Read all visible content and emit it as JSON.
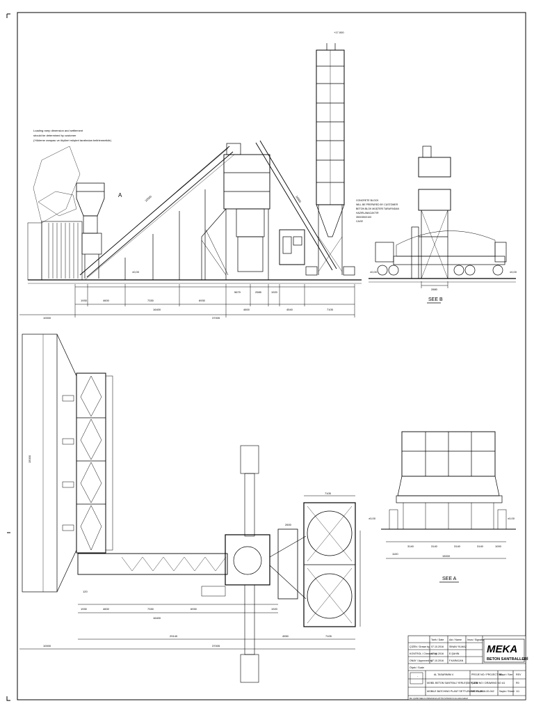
{
  "top_view": {
    "note_lines": [
      "Loading ramp dimension and settlement",
      "should be determined by customer",
      "(Yükleme rampası ve ölçüleri müşteri tarafından belirlenmelidir)"
    ],
    "silo_top_label": "+17.000",
    "section_marker": "A",
    "concrete_note_lines": [
      "CONCRETE BLOCK",
      "WILL BE PREPARED BY CUSTOMER",
      "BETON BLOK MÜŞTERİ TARAFINDAN",
      "HAZIRLANACAKTIR",
      "350X350X100",
      "CAGE"
    ],
    "belt_length_top": "22000",
    "screw_length": "10000",
    "dim_row1": [
      "1930",
      "4600",
      "7330",
      "6930",
      "5679",
      "2585",
      "1920"
    ],
    "dim_row2": [
      "16400",
      "4600",
      "4540",
      "7105"
    ],
    "dim_total_left": "10000",
    "dim_total": "37005",
    "level_labels": [
      "±0,00",
      "±0,00",
      "±0,00"
    ]
  },
  "see_b": {
    "title": "SEE B",
    "width_dim": "2880"
  },
  "plan_view": {
    "dim_row1": [
      "1930",
      "4600",
      "7330",
      "6930",
      "1920"
    ],
    "dim_row2": [
      "16400"
    ],
    "dim_right_top": "7105",
    "dim_side": "2600",
    "dim_hopper": "120",
    "dim_long": "29140",
    "dim_total": "37005",
    "dim_total_left": "10000",
    "dim_mid": "4550",
    "dim_right": "7105",
    "dim_vertical": "15000"
  },
  "see_a": {
    "title": "SEE A",
    "dims": [
      "3140",
      "3140",
      "3140",
      "3140",
      "1000"
    ],
    "dim_left": "1100",
    "dim_total": "15000",
    "level_labels": [
      "±0,00",
      "±0,00"
    ]
  },
  "title_block": {
    "col_headers": [
      "Tarih / Date",
      "Adı / Name",
      "İmza / Signature"
    ],
    "rows": [
      [
        "ÇİZEN / Drawn by",
        "07.10.2016",
        "SİNAN YILMAZ"
      ],
      [
        "KONTROL / Checked by",
        "07.10.2016",
        "E.ŞAHİN"
      ],
      [
        "ONAY / Approved by",
        "07.10.2016",
        "F.KARACAN"
      ]
    ],
    "scale_label": "Ölçek / Scale",
    "scale_value": "-",
    "title_lines": [
      "AL TASARIMIM 4",
      "MOBİL BETON SANTRALİ YERLEŞİM PLANI",
      "MOBILE BATCHING PLANT SETTLEMENT PLAN"
    ],
    "project_label": "PROJE NO / PROJECT NO",
    "drawing_label": "ÇİZİM NO / DRAWING NO",
    "drawing_no": "MB-K4-2016-00-042",
    "size_label": "Boyut / Size",
    "size_value": "A1",
    "rev_label": "REV",
    "rev_value": "R0",
    "sheet_label": "Sayfa / Sheet",
    "sheet_value": "1/1",
    "footer": "BU ÇİZİM MEKA FİRMASINA AİTTİR İZİNSİZ KULLANILAMAZ"
  },
  "logo": {
    "brand": "MEKA",
    "subtitle": "BETON SANTRALLERİ"
  }
}
